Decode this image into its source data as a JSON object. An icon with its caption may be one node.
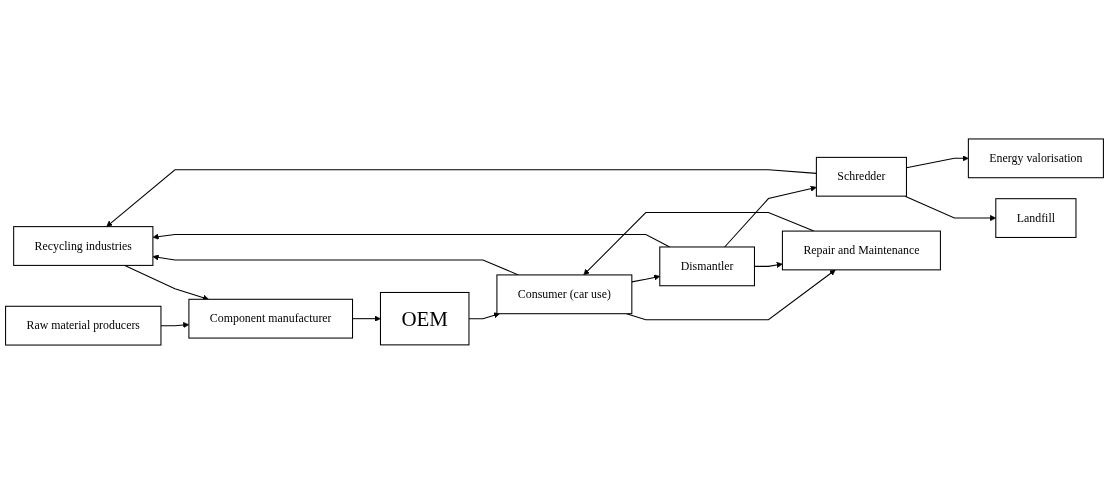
{
  "diagram": {
    "nodes": [
      {
        "text": [
          "Recycling industries"
        ]
      },
      {
        "text": [
          "Raw material producers"
        ]
      },
      {
        "text": [
          "Component manufacturer"
        ]
      },
      {
        "text": [
          "OEM"
        ]
      },
      {
        "text": [
          "Consumer (car use)"
        ]
      },
      {
        "text": [
          "Dismantler"
        ]
      },
      {
        "text": [
          "Schredder"
        ]
      },
      {
        "text": [
          "Repair and Maintenance"
        ]
      },
      {
        "text": [
          "Energy valorisation"
        ]
      },
      {
        "text": [
          "Landfill"
        ]
      }
    ],
    "edges": [
      {
        "from": 1,
        "to": 2,
        "arrow": "to"
      },
      {
        "from": 2,
        "to": 3,
        "arrow": "to"
      },
      {
        "from": 3,
        "to": 4,
        "arrow": "to"
      },
      {
        "from": 4,
        "to": 5,
        "arrow": "to"
      },
      {
        "from": 5,
        "to": 6,
        "arrow": "to"
      },
      {
        "from": 0,
        "to": 2,
        "arrow": "to"
      },
      {
        "from": 4,
        "to": 0,
        "arrow": "to"
      },
      {
        "from": 5,
        "to": 0,
        "arrow": "to"
      },
      {
        "from": 6,
        "to": 0,
        "arrow": "to"
      },
      {
        "from": 4,
        "to": 7,
        "arrow": "to"
      },
      {
        "from": 7,
        "to": 4,
        "arrow": "to"
      },
      {
        "from": 5,
        "to": 7,
        "arrow": "to"
      },
      {
        "from": 6,
        "to": 8,
        "arrow": "to"
      },
      {
        "from": 6,
        "to": 9,
        "arrow": "to"
      }
    ]
  }
}
